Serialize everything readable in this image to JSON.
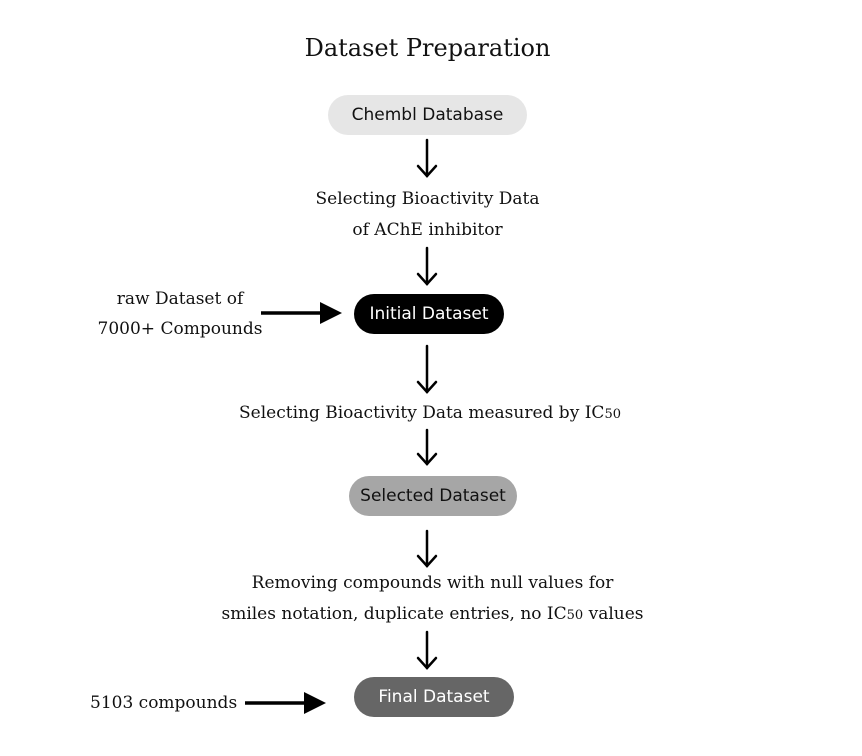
{
  "title": "Dataset Preparation",
  "nodes": {
    "chembl": "Chembl Database",
    "initial": "Initial Dataset",
    "selected": "Selected Dataset",
    "final": "Final Dataset"
  },
  "steps": {
    "select_bioactivity_line1": "Selecting Bioactivity Data",
    "select_bioactivity_line2": "of AChE inhibitor",
    "measured_by_prefix": "Selecting Bioactivity Data measured by IC",
    "measured_by_sub": "50",
    "removing_line1": "Removing compounds with null values for",
    "removing_line2_prefix": "smiles notation, duplicate entries, no IC",
    "removing_line2_sub": "50",
    "removing_line2_suffix": " values"
  },
  "side_notes": {
    "raw_line1": "raw Dataset of",
    "raw_line2": "7000+ Compounds",
    "final_count": "5103 compounds"
  },
  "colors": {
    "chembl_fill": "#e6e6e6",
    "initial_fill": "#000000",
    "selected_fill": "#a6a6a6",
    "final_fill": "#666666"
  }
}
